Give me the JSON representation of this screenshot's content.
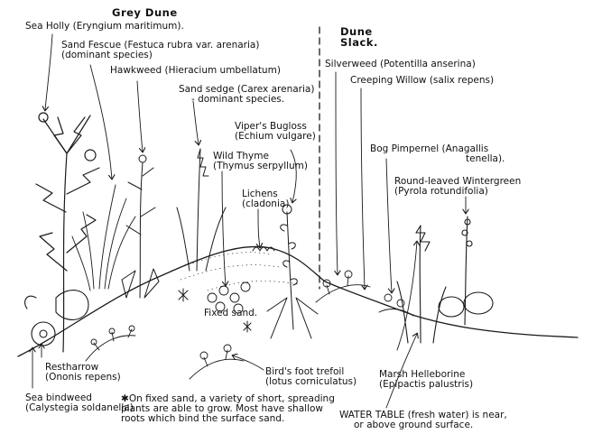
{
  "zones": {
    "grey_dune": "Grey Dune",
    "dune_slack": [
      "Dune",
      "Slack."
    ]
  },
  "labels": {
    "sea_holly": [
      "Sea Holly (Eryngium maritimum)."
    ],
    "sand_fescue": [
      "Sand Fescue (Festuca rubra var. arenaria)",
      "(dominant species)"
    ],
    "hawkweed": [
      "Hawkweed (Hieracium umbellatum)"
    ],
    "sand_sedge": [
      "Sand sedge (Carex arenaria)",
      "- dominant species."
    ],
    "vipers_bugloss": [
      "Viper's Bugloss",
      "(Echium vulgare)"
    ],
    "wild_thyme": [
      "Wild Thyme",
      "(Thymus serpyllum)"
    ],
    "lichens": [
      "Lichens",
      "(cladonia)"
    ],
    "silverweed": [
      "Silverweed (Potentilla anserina)"
    ],
    "creeping_willow": [
      "Creeping Willow (salix repens)"
    ],
    "bog_pimpernel": [
      "Bog Pimpernel (Anagallis",
      "tenella)."
    ],
    "round_leaved_wintergreen": [
      "Round-leaved Wintergreen",
      "(Pyrola rotundifolia)"
    ],
    "fixed_sand": [
      "Fixed sand."
    ],
    "restharrow": [
      "Restharrow",
      "(Ononis repens)"
    ],
    "sea_bindweed": [
      "Sea bindweed",
      "(Calystegia soldanella)"
    ],
    "birds_foot_trefoil": [
      "Bird's foot trefoil",
      "(lotus corniculatus)"
    ],
    "marsh_helleborine": [
      "Marsh Helleborine",
      "(Epipactis palustris)"
    ],
    "fixed_sand_note": [
      "On fixed sand, a variety of short, spreading",
      "plants are able to grow. Most have shallow",
      "roots which bind the surface sand."
    ],
    "water_table": [
      "WATER TABLE (fresh water) is near,",
      "or above ground surface."
    ]
  },
  "colors": {
    "ink": "#1a1a1a",
    "paper": "#ffffff"
  }
}
